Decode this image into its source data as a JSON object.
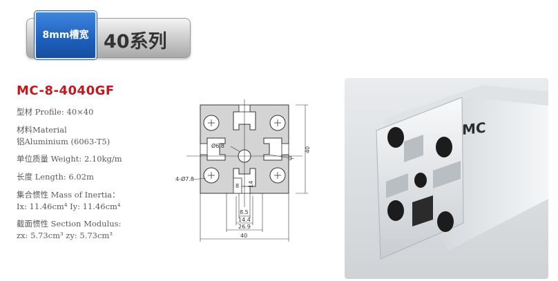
{
  "header": {
    "slot_tag": "8mm槽宽",
    "series": "40系列"
  },
  "product": {
    "model": "MC-8-4040GF",
    "profile": "型材 Profile: 40×40",
    "material_label": "材料Material",
    "material_value": "铝Aluminium (6063-T5)",
    "weight": "单位质量 Weight: 2.10kg/m",
    "length": "长度 Length: 6.02m",
    "inertia_label": "集合惯性 Mass of Inertia：",
    "inertia_values": "Ix: 11.46cm⁴   Iy: 11.46cm⁴",
    "modulus_label": "截面惯性 Section Modulus:",
    "modulus_values": "zx: 5.73cm³  zy: 5.73cm³"
  },
  "drawing": {
    "center_hole": "Ø6.8",
    "corner_holes": "4-Ø7.8",
    "offset": "3",
    "height": "40",
    "inner_8": "8",
    "inner_14": "14",
    "dim_8_5": "8.5",
    "dim_14_4": "14.4",
    "dim_26_9": "26.9",
    "dim_40": "40"
  },
  "photo": {
    "brand": "MC"
  },
  "colors": {
    "accent_red": "#c8161d",
    "tag_blue": "#1d5fbd",
    "profile_fill": "#d4d4d4"
  }
}
